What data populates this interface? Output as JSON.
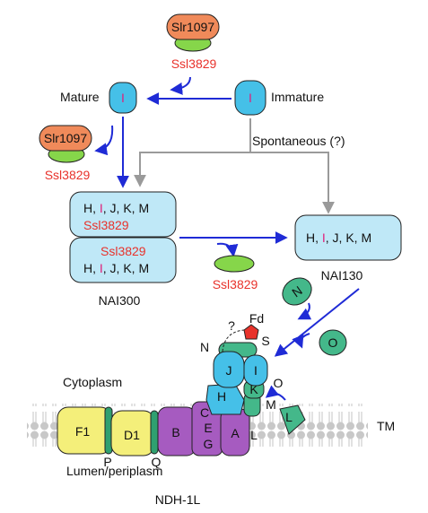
{
  "colors": {
    "blue_arrow": "#1f2bd6",
    "gray_arrow": "#9a9a9a",
    "light_blue": "#bfe8f7",
    "cyan": "#45c0e8",
    "orange": "#f08a5a",
    "green": "#86d64a",
    "teal": "#44b88a",
    "purple": "#a65bc0",
    "yellow": "#f4ef7a",
    "red_text": "#e8322b",
    "magenta": "#e0207a",
    "membrane": "#c8c8c8"
  },
  "top_complex": {
    "slr": "Slr1097",
    "ssl": "Ssl3829"
  },
  "mature_label": "Mature",
  "immature_label": "Immature",
  "subunit_i": "I",
  "left_complex": {
    "slr": "Slr1097",
    "ssl": "Ssl3829"
  },
  "spontaneous_label": "Spontaneous (?)",
  "nai300": {
    "upper": {
      "prefix": "H, ",
      "i": "I",
      "suffix": ", J, K, M",
      "ssl": "Ssl3829"
    },
    "lower": {
      "ssl": "Ssl3829",
      "prefix": "H, ",
      "i": "I",
      "suffix": ", J, K, M"
    },
    "label": "NAI300"
  },
  "nai130": {
    "prefix": "H, ",
    "i": "I",
    "suffix": ", J, K, M",
    "label": "NAI130"
  },
  "released_ssl": "Ssl3829",
  "free_subunits": {
    "n": "N",
    "o": "O",
    "l": "L"
  },
  "ndh": {
    "labels": {
      "unknown": "?",
      "fd": "Fd",
      "n": "N",
      "s": "S",
      "j": "J",
      "i": "I",
      "o": "O",
      "h": "H",
      "k": "K",
      "m": "M",
      "c": "C",
      "e": "E",
      "g": "G",
      "a": "A",
      "l": "L",
      "b": "B",
      "f1": "F1",
      "d1": "D1",
      "p": "P",
      "q": "Q",
      "tm": "TM"
    },
    "cytoplasm": "Cytoplasm",
    "lumen": "Lumen/periplasm",
    "title": "NDH-1L"
  }
}
